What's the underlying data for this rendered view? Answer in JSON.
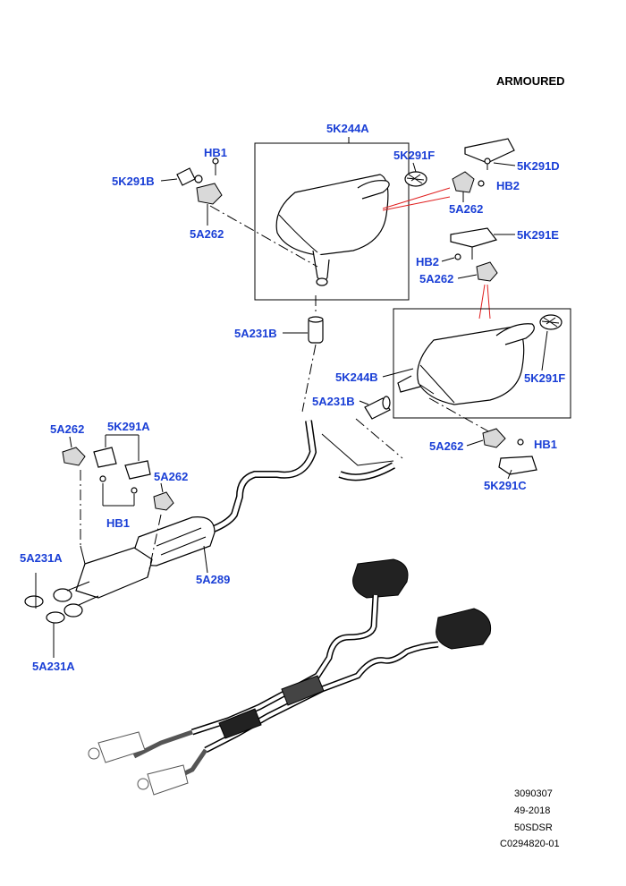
{
  "header": {
    "title": "ARMOURED"
  },
  "callouts": {
    "c_5K244A": "5K244A",
    "c_HB1_top": "HB1",
    "c_5K291B": "5K291B",
    "c_5A262_top": "5A262",
    "c_5K291F_top": "5K291F",
    "c_5K291D": "5K291D",
    "c_HB2_top": "HB2",
    "c_5A262_rt": "5A262",
    "c_5K291E": "5K291E",
    "c_HB2_mid": "HB2",
    "c_5A262_mid": "5A262",
    "c_5A231B_top": "5A231B",
    "c_5K244B": "5K244B",
    "c_5K291F_mid": "5K291F",
    "c_5A231B_mid": "5A231B",
    "c_5A262_low": "5A262",
    "c_HB1_low": "HB1",
    "c_5K291C": "5K291C",
    "c_5A262_left": "5A262",
    "c_5K291A": "5K291A",
    "c_5A262_center": "5A262",
    "c_HB1_left": "HB1",
    "c_5A231A_top": "5A231A",
    "c_5A289": "5A289",
    "c_5A231A_bot": "5A231A"
  },
  "footer": {
    "line1": "3090307",
    "line2": "49-2018",
    "line3": "50SDSR",
    "line4": "C0294820-01"
  }
}
